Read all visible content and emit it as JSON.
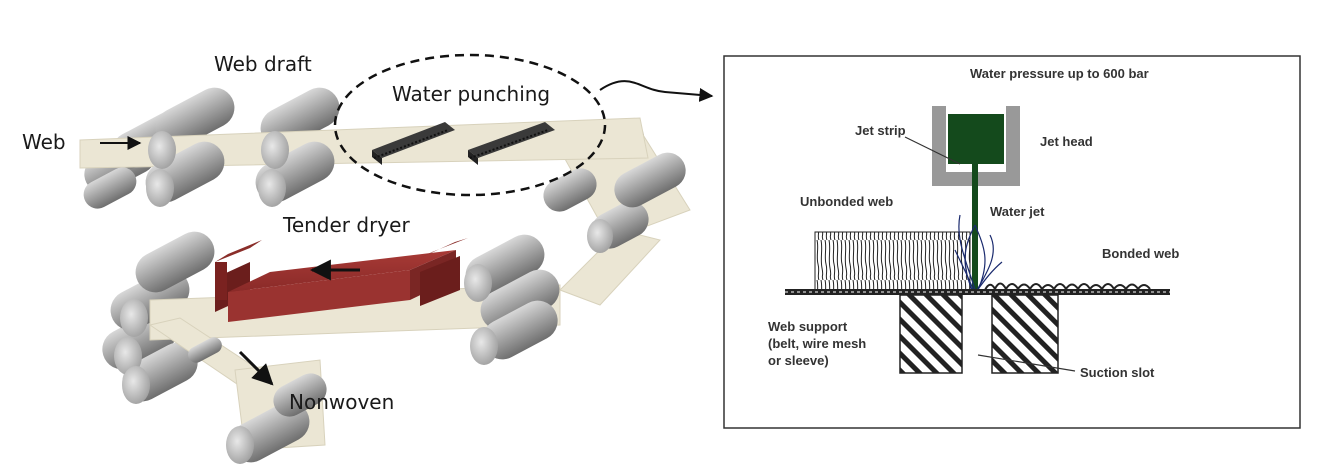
{
  "process": {
    "web": "Web",
    "web_draft": "Web draft",
    "water_punching": "Water punching",
    "tender_dryer": "Tender dryer",
    "nonwoven": "Nonwoven"
  },
  "detail": {
    "water_pressure": "Water pressure up to 600 bar",
    "jet_strip": "Jet strip",
    "jet_head": "Jet head",
    "unbonded_web": "Unbonded web",
    "water_jet": "Water jet",
    "bonded_web": "Bonded web",
    "web_support_1": "Web support",
    "web_support_2": "(belt, wire mesh",
    "web_support_3": "or sleeve)",
    "suction_slot": "Suction slot"
  },
  "colors": {
    "roller": "#9a9a9a",
    "belt": "#ebe6d4",
    "dryer": "#9a3330",
    "jet_head_body": "#144a1c",
    "jet_head_housing": "#999999"
  }
}
